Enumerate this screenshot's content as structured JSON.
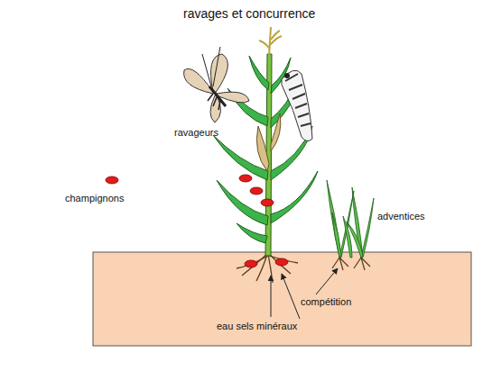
{
  "diagram": {
    "title": "ravages et concurrence",
    "labels": [
      "ravageurs",
      "champignons",
      "adventices",
      "compétition",
      "eau sels minéraux"
    ]
  }
}
